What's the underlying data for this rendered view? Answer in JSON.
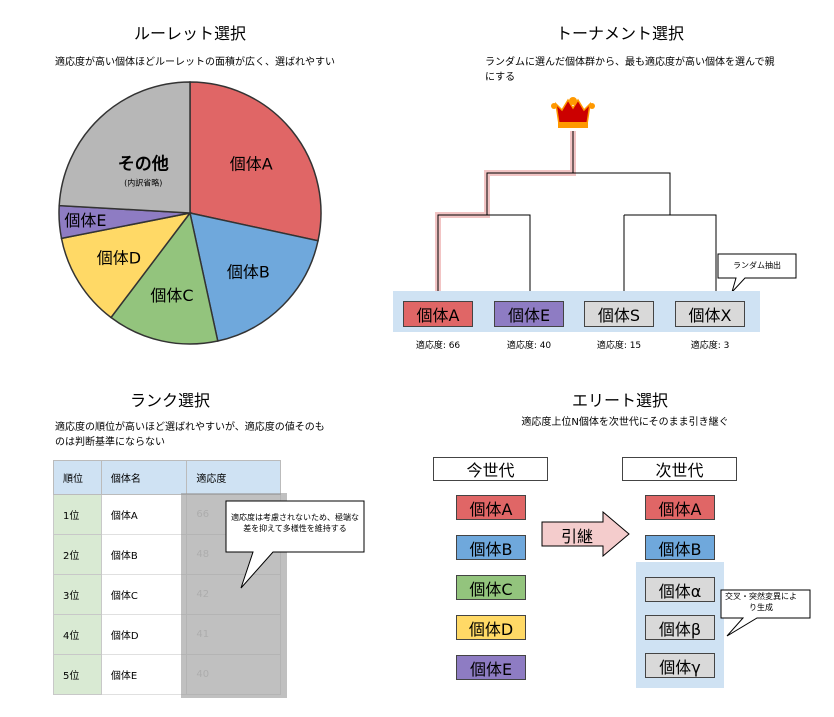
{
  "roulette": {
    "title": "ルーレット選択",
    "desc": "適応度が高い個体ほどルーレットの面積が広く、選ばれやすい",
    "slices": [
      {
        "label": "個体A",
        "value": 0.284,
        "color": "#e06666"
      },
      {
        "label": "個体B",
        "value": 0.182,
        "color": "#6fa8dc"
      },
      {
        "label": "個体C",
        "value": 0.137,
        "color": "#93c47d"
      },
      {
        "label": "個体D",
        "value": 0.116,
        "color": "#ffd966"
      },
      {
        "label": "個体E",
        "value": 0.04,
        "color": "#8e7cc3"
      },
      {
        "label": "その他",
        "sublabel": "(内訳省略)",
        "value": 0.241,
        "color": "#b7b7b7"
      }
    ]
  },
  "tournament": {
    "title": "トーナメント選択",
    "desc": "ランダムに選んだ個体群から、最も適応度が高い個体を選んで親にする",
    "random_note": "ランダム抽出",
    "fitness_label": "適応度: ",
    "contestants": [
      {
        "name": "個体A",
        "fitness": "66",
        "color": "#e06666"
      },
      {
        "name": "個体E",
        "fitness": "40",
        "color": "#8e7cc3"
      },
      {
        "name": "個体S",
        "fitness": "15",
        "color": "#d9d9d9"
      },
      {
        "name": "個体X",
        "fitness": "3",
        "color": "#d9d9d9"
      }
    ]
  },
  "rank": {
    "title": "ランク選択",
    "desc": "適応度の順位が高いほど選ばれやすいが、適応度の値そのものは判断基準にならない",
    "headers": [
      "順位",
      "個体名",
      "適応度"
    ],
    "rows": [
      [
        "1位",
        "個体A",
        "66"
      ],
      [
        "2位",
        "個体B",
        "48"
      ],
      [
        "3位",
        "個体C",
        "42"
      ],
      [
        "4位",
        "個体D",
        "41"
      ],
      [
        "5位",
        "個体E",
        "40"
      ]
    ],
    "note": "適応度は考慮されないため、極端な差を抑えて多様性を維持する"
  },
  "elite": {
    "title": "エリート選択",
    "desc": "適応度上位N個体を次世代にそのまま引き継ぐ",
    "current_gen": "今世代",
    "next_gen": "次世代",
    "inherit": "引継",
    "current_items": [
      {
        "name": "個体A",
        "color": "#e06666"
      },
      {
        "name": "個体B",
        "color": "#6fa8dc"
      },
      {
        "name": "個体C",
        "color": "#93c47d"
      },
      {
        "name": "個体D",
        "color": "#ffd966"
      },
      {
        "name": "個体E",
        "color": "#8e7cc3"
      }
    ],
    "next_elite": [
      {
        "name": "個体A",
        "color": "#e06666"
      },
      {
        "name": "個体B",
        "color": "#6fa8dc"
      }
    ],
    "next_new": [
      {
        "name": "個体α",
        "color": "#d9d9d9"
      },
      {
        "name": "個体β",
        "color": "#d9d9d9"
      },
      {
        "name": "個体γ",
        "color": "#d9d9d9"
      }
    ],
    "new_note": "交叉・突然変異により生成"
  }
}
